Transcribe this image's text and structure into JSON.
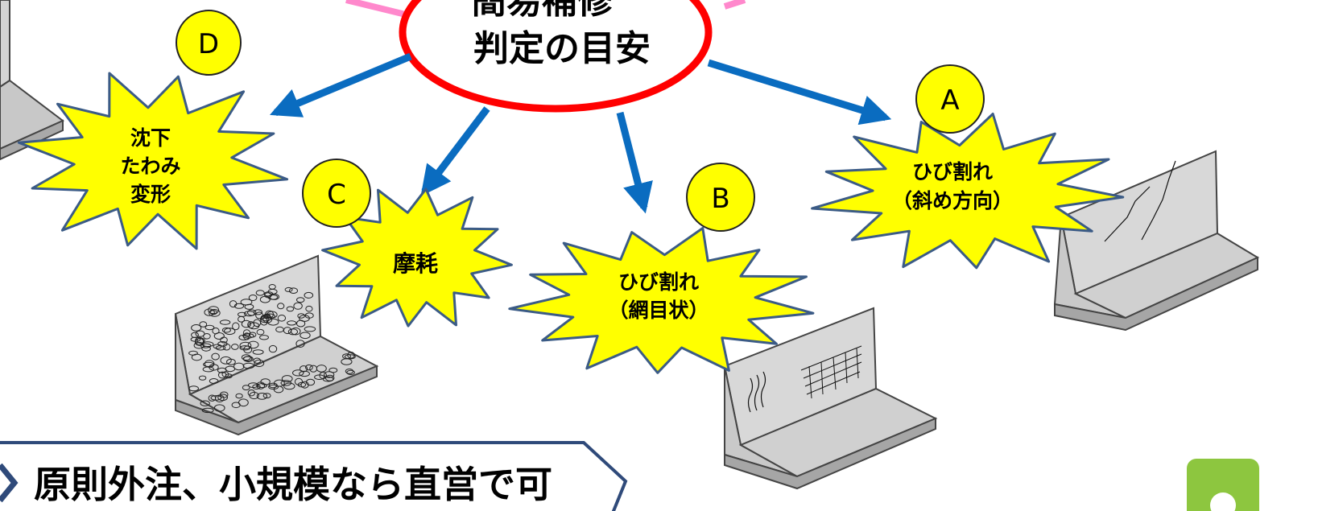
{
  "center": {
    "line1": "簡易補修",
    "line2": "判定の目安"
  },
  "nodes": [
    {
      "id": "A",
      "badge": "A",
      "lines": [
        "ひび割れ",
        "（斜め方向）"
      ]
    },
    {
      "id": "B",
      "badge": "B",
      "lines": [
        "ひび割れ",
        "（網目状）"
      ]
    },
    {
      "id": "C",
      "badge": "C",
      "lines": [
        "摩耗"
      ]
    },
    {
      "id": "D",
      "badge": "D",
      "lines": [
        "沈下",
        "たわみ",
        "変形"
      ]
    }
  ],
  "banner": {
    "text": "原則外注、小規模なら直営で可"
  },
  "colors": {
    "burst_fill": "#ffff00",
    "burst_stroke": "#3b5b86",
    "badge_fill": "#ffff00",
    "arrow": "#0a6cc0",
    "ellipse_stroke": "#ff0000",
    "pink": "#ff88cc",
    "wall_fill": "#d4d4d4",
    "corner_tab": "#8dc63f"
  }
}
